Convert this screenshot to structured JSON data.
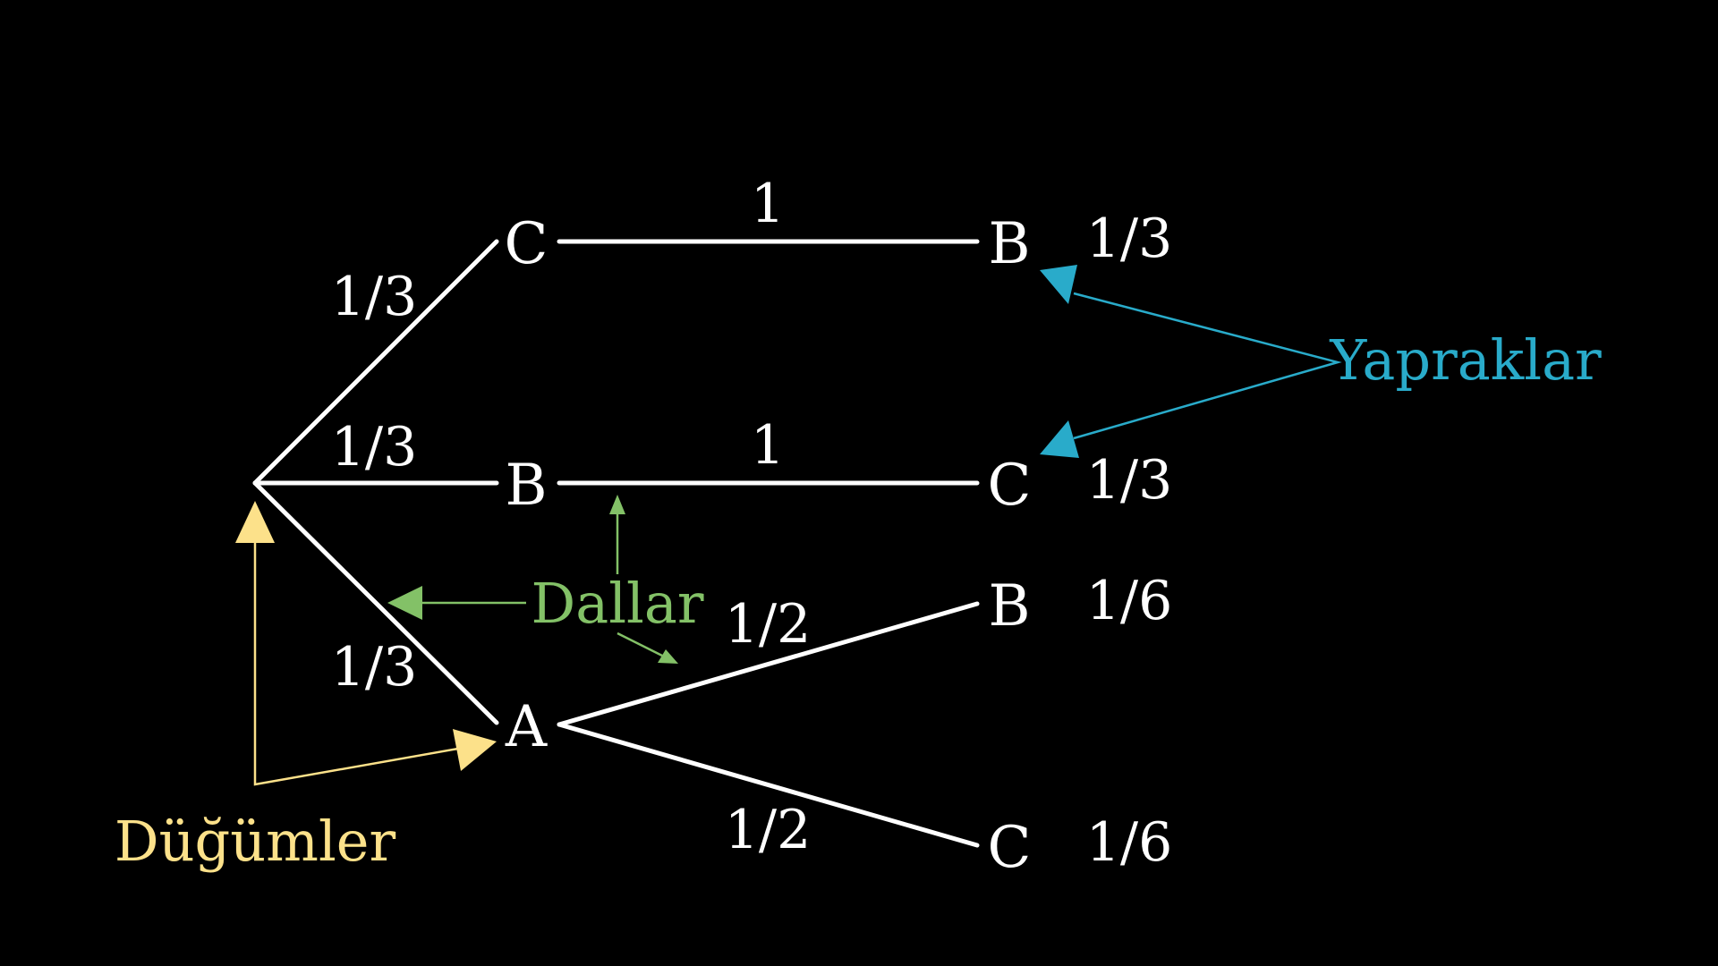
{
  "colors": {
    "background": "#000000",
    "tree": "#ffffff",
    "nodes_annotation": "#fce18a",
    "branches_annotation": "#83c167",
    "leaves_annotation": "#29abca"
  },
  "tree": {
    "level1": {
      "top": {
        "node": "C",
        "prob": "1/3"
      },
      "middle": {
        "node": "B",
        "prob": "1/3"
      },
      "bottom": {
        "node": "A",
        "prob": "1/3"
      }
    },
    "level2": {
      "c_to_b": {
        "node": "B",
        "prob": "1",
        "leaf_prob": "1/3"
      },
      "b_to_c": {
        "node": "C",
        "prob": "1",
        "leaf_prob": "1/3"
      },
      "a_to_b": {
        "node": "B",
        "prob": "1/2",
        "leaf_prob": "1/6"
      },
      "a_to_c": {
        "node": "C",
        "prob": "1/2",
        "leaf_prob": "1/6"
      }
    }
  },
  "annotations": {
    "nodes": "Düğümler",
    "branches": "Dallar",
    "leaves": "Yapraklar"
  }
}
